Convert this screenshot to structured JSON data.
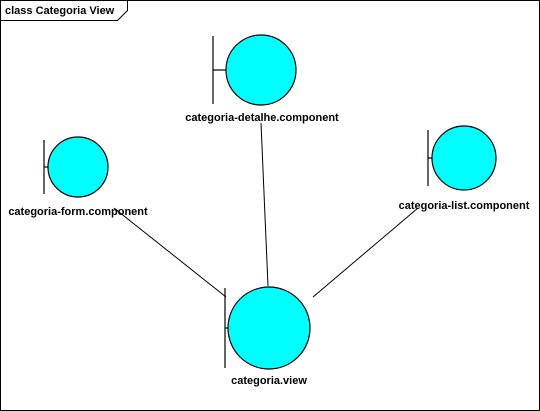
{
  "diagram": {
    "frame_title": "class Categoria View",
    "colors": {
      "boundary_fill": "#00ffff",
      "boundary_stroke": "#000000",
      "line": "#000000",
      "frame_stroke": "#000000",
      "background": "#ffffff"
    },
    "nodes": [
      {
        "id": "detalhe",
        "label": "categoria-detalhe.component",
        "icon": "boundary-icon"
      },
      {
        "id": "form",
        "label": "categoria-form.component",
        "icon": "boundary-icon"
      },
      {
        "id": "list",
        "label": "categoria-list.component",
        "icon": "boundary-icon"
      },
      {
        "id": "view",
        "label": "categoria.view",
        "icon": "boundary-icon"
      }
    ],
    "connections": [
      {
        "from": "detalhe",
        "to": "view"
      },
      {
        "from": "form",
        "to": "view"
      },
      {
        "from": "list",
        "to": "view"
      }
    ]
  }
}
